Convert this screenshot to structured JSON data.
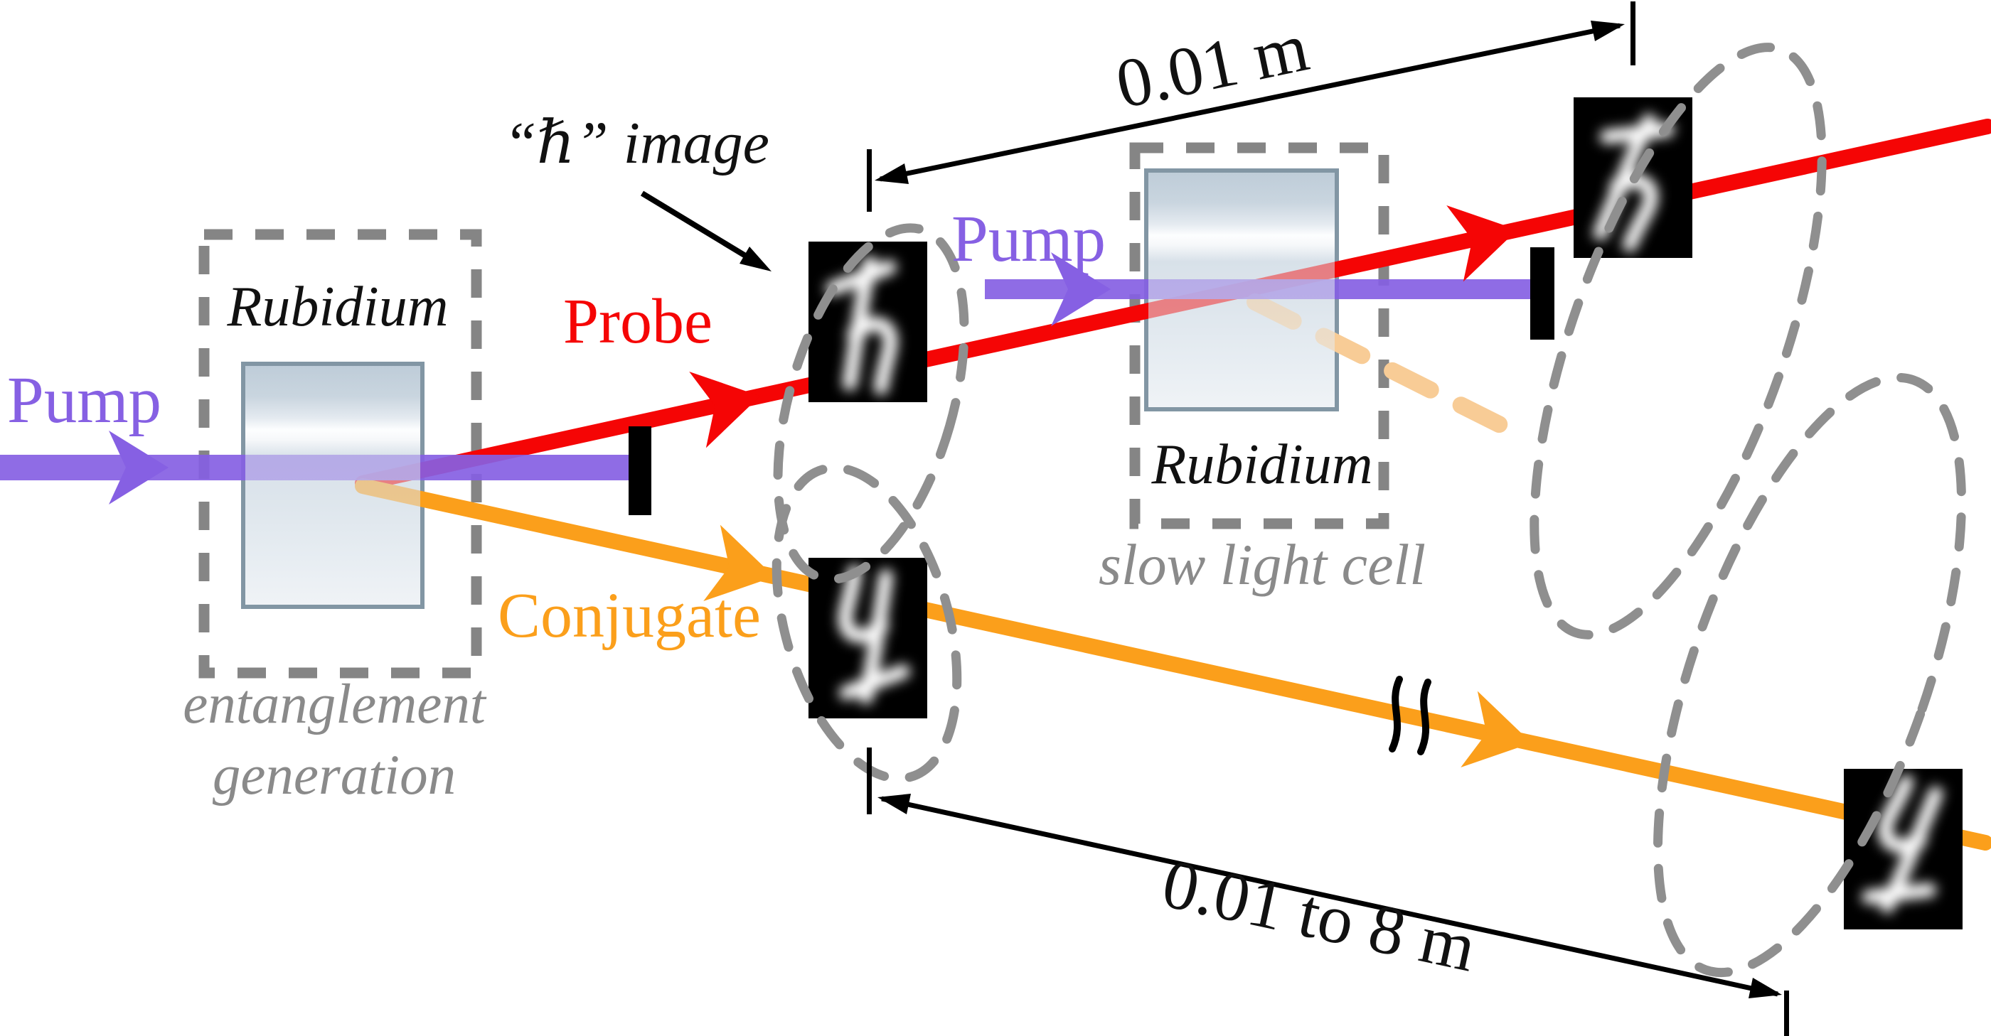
{
  "diagram": {
    "title_context": "Entangled slow-light images experiment schematic",
    "labels": {
      "pump_left": "Pump",
      "pump_right": "Pump",
      "probe": "Probe",
      "conjugate": "Conjugate",
      "cell_left_name": "Rubidium",
      "cell_left_caption_line1": "entanglement",
      "cell_left_caption_line2": "generation",
      "cell_right_name": "Rubidium",
      "cell_right_caption": "slow light cell",
      "hbar_image_label": "“ℏ” image",
      "distance_top": "0.01 m",
      "distance_bottom": "0.01 to 8 m"
    },
    "colors": {
      "pump": "#8660E3",
      "probe": "#F50505",
      "conjugate": "#FB9F1B",
      "conjugate_faint": "#F8CC96",
      "annotation_gray": "#858585",
      "ellipse_gray": "#8F8F8F",
      "cell_border": "#8296A4",
      "ink": "#000000"
    },
    "icons": [
      "beam-arrowhead-icon",
      "measurement-arrow-icon",
      "beam-break-icon",
      "tick-mark-icon",
      "pointer-arrow-icon"
    ]
  }
}
